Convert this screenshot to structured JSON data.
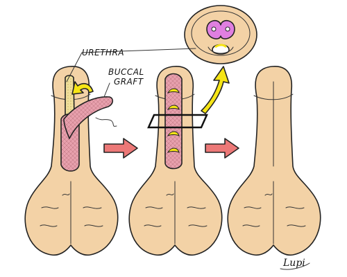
{
  "labels": {
    "urethra": "URETHRA",
    "buccal_line1": "BUCCAL",
    "buccal_line2": "GRAFT"
  },
  "signature": "Lupi",
  "colors": {
    "skin": "#f3d2a6",
    "tissue": "#e7a0ad",
    "cavernosa": "#e07fe0",
    "arrow_yellow": "#f6e515",
    "arrow_red": "#ec7877",
    "outline": "#222222"
  },
  "icons": [
    "right-arrow-icon",
    "curved-arrow-icon",
    "suture-icon"
  ]
}
